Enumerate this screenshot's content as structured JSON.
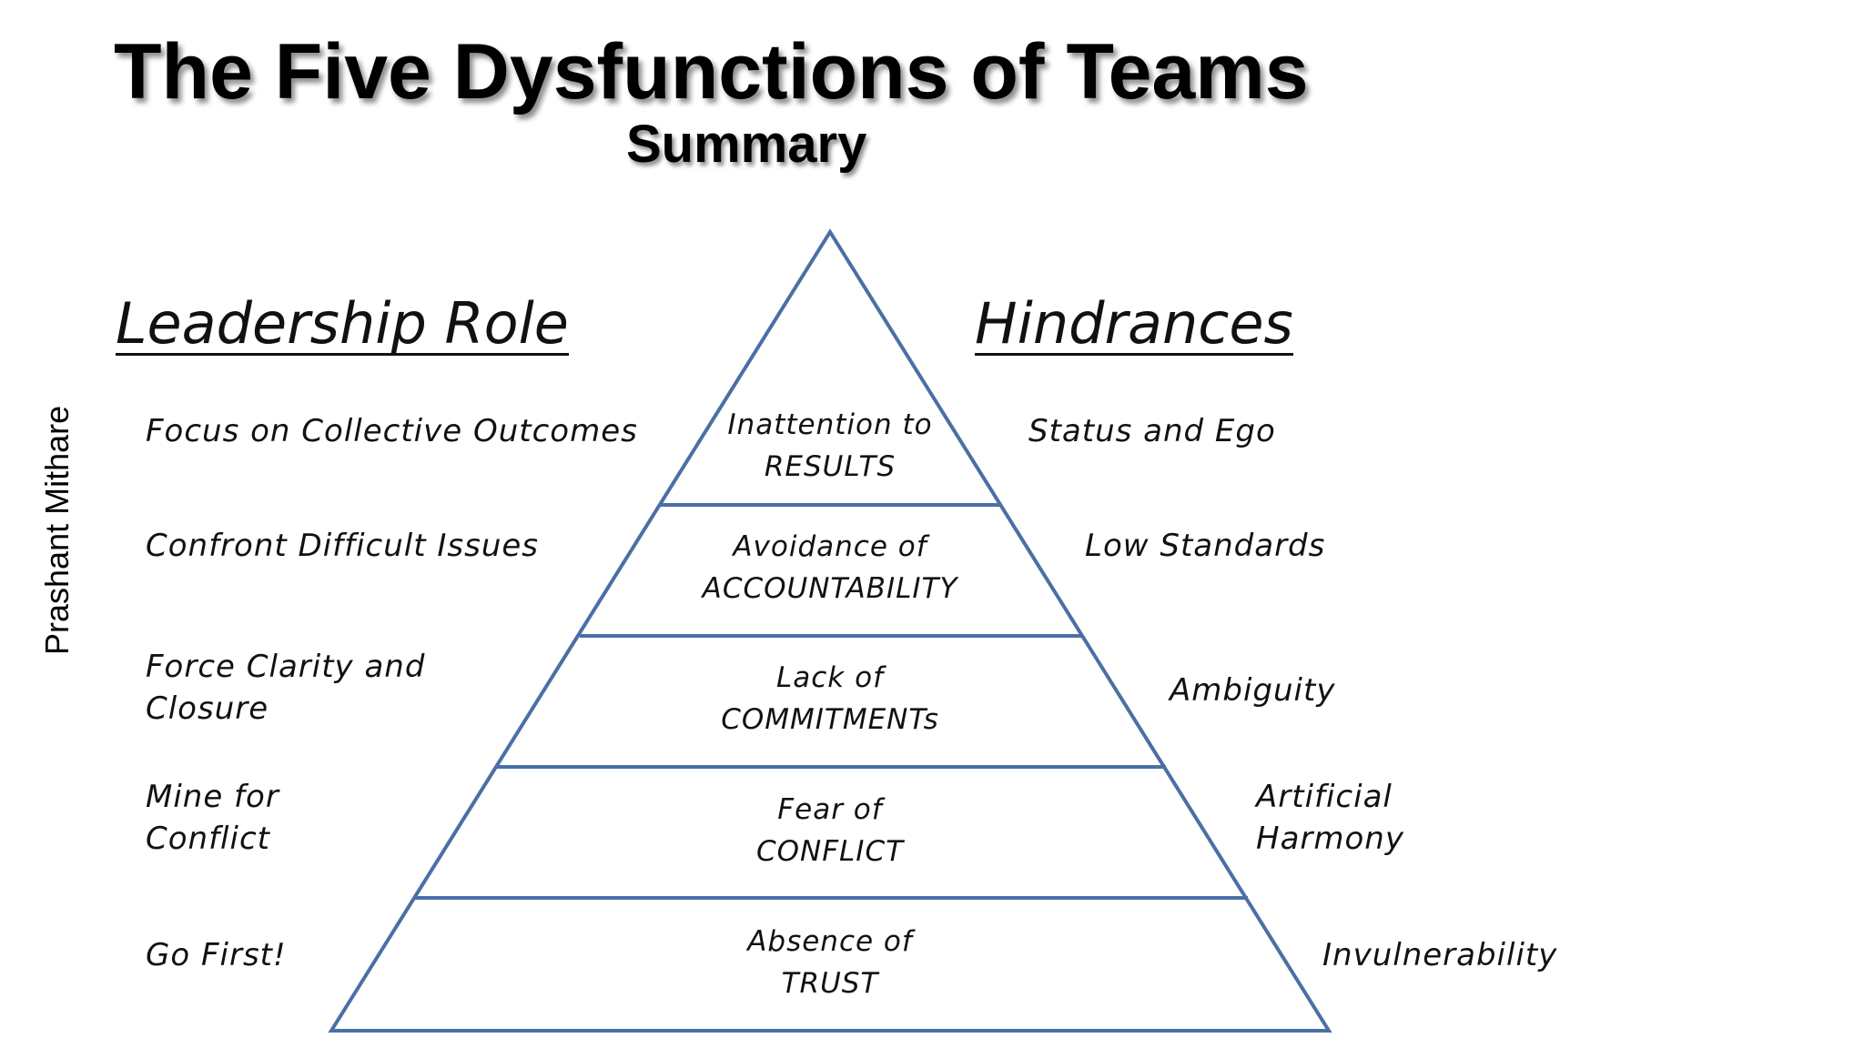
{
  "title": "The Five Dysfunctions of Teams",
  "subtitle": "Summary",
  "author": "Prashant Mithare",
  "headings": {
    "left": "Leadership Role",
    "right": "Hindrances"
  },
  "levels": [
    {
      "line1": "Inattention to",
      "line2": "RESULTS"
    },
    {
      "line1": "Avoidance of",
      "line2": "ACCOUNTABILITY"
    },
    {
      "line1": "Lack of",
      "line2": "COMMITMENTs"
    },
    {
      "line1": "Fear of",
      "line2": "CONFLICT"
    },
    {
      "line1": "Absence of",
      "line2": "TRUST"
    }
  ],
  "leadership_roles": [
    {
      "line1": "Focus on Collective Outcomes",
      "line2": ""
    },
    {
      "line1": "Confront Difficult Issues",
      "line2": ""
    },
    {
      "line1": "Force Clarity and",
      "line2": "Closure"
    },
    {
      "line1": "Mine for",
      "line2": "Conflict"
    },
    {
      "line1": "Go First!",
      "line2": ""
    }
  ],
  "hindrances": [
    {
      "line1": "Status and Ego",
      "line2": ""
    },
    {
      "line1": "Low Standards",
      "line2": ""
    },
    {
      "line1": "Ambiguity",
      "line2": ""
    },
    {
      "line1": "Artificial",
      "line2": "Harmony"
    },
    {
      "line1": "Invulnerability",
      "line2": ""
    }
  ],
  "colors": {
    "pyramid_stroke": "#4a6fa5",
    "text": "#111111"
  }
}
